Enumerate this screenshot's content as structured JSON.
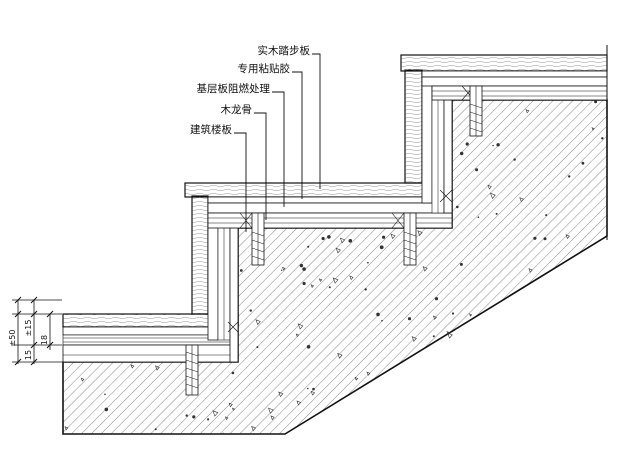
{
  "callouts": [
    {
      "key": "solid_wood_tread",
      "text": "实木踏步板"
    },
    {
      "key": "special_adhesive",
      "text": "专用粘贴胶"
    },
    {
      "key": "base_board_fireproof",
      "text": "基层板阻燃处理"
    },
    {
      "key": "wood_keel",
      "text": "木龙骨"
    },
    {
      "key": "building_floor_slab",
      "text": "建筑楼板"
    }
  ],
  "dimensions": {
    "total": "±50",
    "upper": "±15",
    "middle": "18",
    "lower": "15"
  },
  "colors": {
    "line": "#111111",
    "hatch": "#555555",
    "wood_fill": "#ffffff",
    "concrete_fill": "#f4f4f4"
  }
}
